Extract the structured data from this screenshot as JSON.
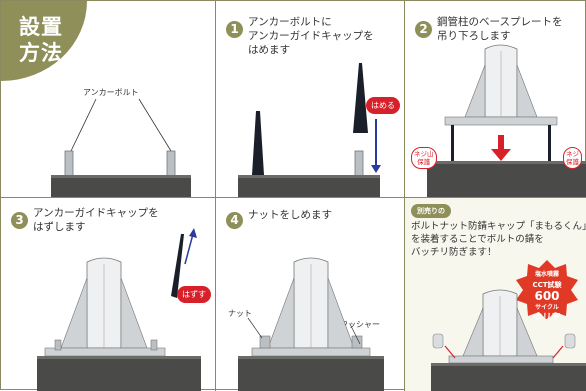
{
  "badge": {
    "line1": "設置",
    "line2": "方法"
  },
  "colors": {
    "accent": "#8f8f5a",
    "red": "#d8202a",
    "base": "#4a4a48",
    "plate": "#cfd3d6"
  },
  "panels": {
    "p0": {
      "callout": "アンカーボルト"
    },
    "p1": {
      "num": "1",
      "line1": "アンカーボルトに",
      "line2": "アンカーガイドキャップを",
      "line3": "はめます",
      "tag": "はめる"
    },
    "p2": {
      "num": "2",
      "line1": "鋼管柱のベースプレートを",
      "line2": "吊り下ろします",
      "tag_left_1": "ネジ山",
      "tag_left_2": "保護",
      "tag_right_1": "ネジ",
      "tag_right_2": "保護"
    },
    "p3": {
      "num": "3",
      "line1": "アンカーガイドキャップを",
      "line2": "はずします",
      "tag": "はずす"
    },
    "p4": {
      "num": "4",
      "line1": "ナットをしめます",
      "label_nut": "ナット",
      "label_washer": "ワッシャー"
    },
    "p5": {
      "extra": "別売りの",
      "line1": "ボルトナット防錆キャップ「まもるくん」",
      "line2": "を装着することでボルトの錆を",
      "line3": "バッチリ防ぎます！",
      "star1": "塩水噴霧",
      "star2": "CCT試験",
      "star3": "600",
      "star4": "サイクル",
      "star5": "クリア"
    }
  }
}
